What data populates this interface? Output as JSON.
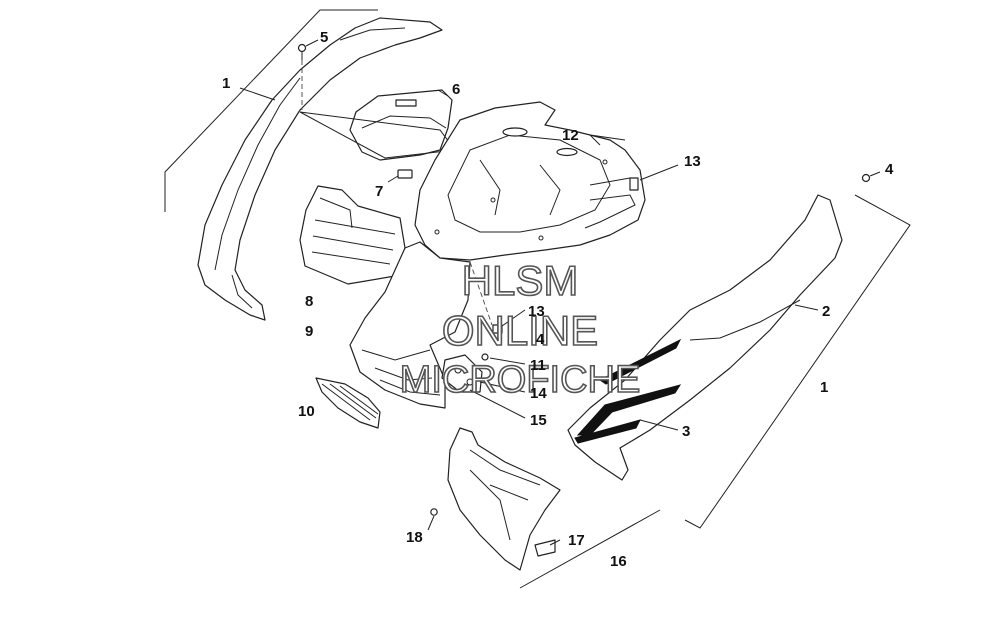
{
  "callouts": [
    "1",
    "5",
    "6",
    "7",
    "8",
    "9",
    "10",
    "12",
    "13",
    "4",
    "2",
    "1",
    "3",
    "13",
    "4",
    "11",
    "14",
    "15",
    "18",
    "17",
    "16"
  ],
  "watermark": {
    "line1": "HLSM",
    "line2": "ONLINE",
    "line3": "MICROFICHE"
  }
}
